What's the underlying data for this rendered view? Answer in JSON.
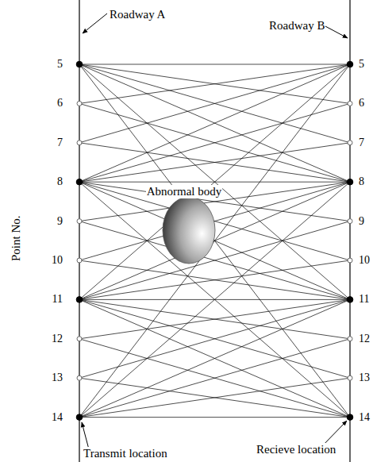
{
  "diagram": {
    "labels": [
      "Roadway A",
      "Roadway B",
      "Point No.",
      "5",
      "6",
      "7",
      "8",
      "9",
      "10",
      "11",
      "12",
      "13",
      "14",
      "Abnormal body",
      "5",
      "6",
      "7",
      "8",
      "9",
      "10",
      "11",
      "12",
      "13",
      "14",
      "Recieve location",
      "Transmit location"
    ]
  }
}
